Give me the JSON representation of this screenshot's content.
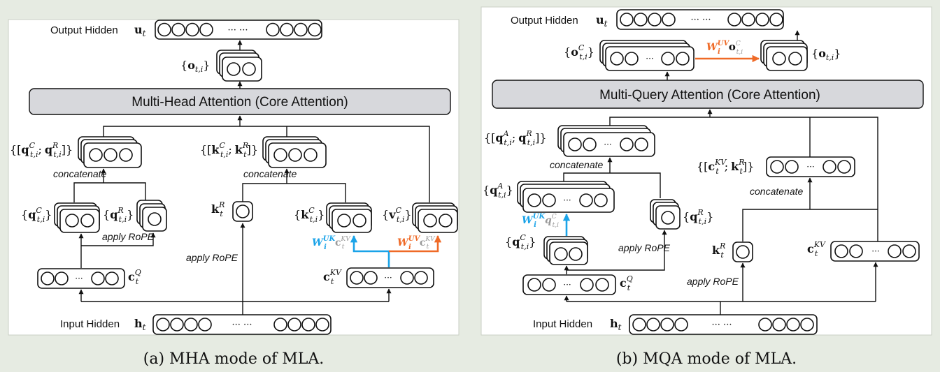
{
  "panels": {
    "a": {
      "caption": "(a) MHA mode of MLA.",
      "attention": "Multi-Head Attention (Core Attention)",
      "output_label": "Output Hidden",
      "input_label": "Input Hidden",
      "concatenate_1": "concatenate",
      "concatenate_2": "concatenate",
      "rope_q": "apply RoPE",
      "rope_k": "apply RoPE"
    },
    "b": {
      "caption": "(b) MQA mode of MLA.",
      "attention": "Multi-Query Attention (Core Attention)",
      "output_label": "Output Hidden",
      "input_label": "Input Hidden",
      "concatenate_1": "concatenate",
      "concatenate_2": "concatenate",
      "rope_q": "apply RoPE",
      "rope_k": "apply RoPE"
    }
  },
  "symbols": {
    "u": "u",
    "t": "t",
    "h": "h",
    "o": "o",
    "q": "q",
    "k": "k",
    "v": "v",
    "c": "c",
    "W": "W",
    "sub_t": "t",
    "sub_ti": "t,i",
    "sub_i": "i",
    "sup_C": "C",
    "sup_R": "R",
    "sup_A": "A",
    "sup_Q": "Q",
    "sup_KV": "KV",
    "sup_UK": "UK",
    "sup_UV": "UV",
    "lbrace": "{",
    "rbrace": "}",
    "lset": "{[",
    "rset": "]}",
    "semicolon": ";",
    "ellipsis": "···",
    "ellipsis_long": "··· ···"
  },
  "colors": {
    "background": "#e6ebe2",
    "attention_fill": "#d7d8dc",
    "blue_path": "#1aa3e8",
    "orange_path": "#ef6a27",
    "gray_symbol": "#9a9a9a"
  }
}
